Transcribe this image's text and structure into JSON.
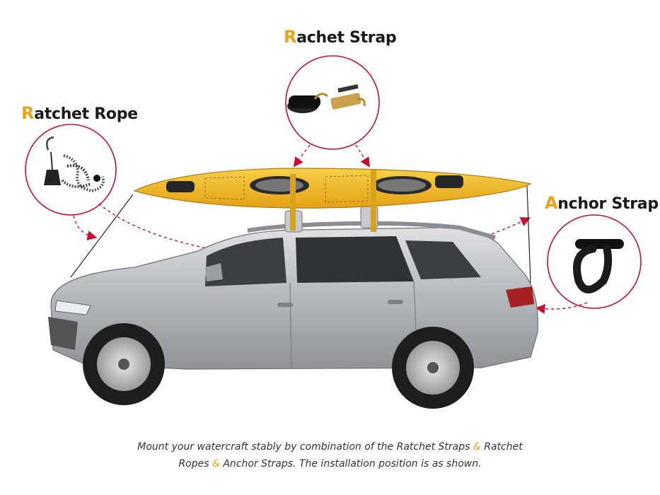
{
  "labels": {
    "rachet_strap": {
      "first": "R",
      "rest": "achet Strap"
    },
    "ratchet_rope": {
      "first": "R",
      "rest": "atchet Rope"
    },
    "anchor_strap": {
      "first": "A",
      "rest": "nchor Strap"
    }
  },
  "caption": {
    "line1_a": "Mount your watercraft stably by combination of the Ratchet Straps ",
    "amp1": "&",
    "line1_b": " Ratchet",
    "line2_a": "Ropes ",
    "amp2": "&",
    "line2_b": " Anchor Straps. The installation position is as shown."
  },
  "colors": {
    "accent": "#e8a317",
    "callout_red": "#c8102e",
    "kayak_yellow": "#f2b81f",
    "car_silver": "#b9bcc0"
  }
}
